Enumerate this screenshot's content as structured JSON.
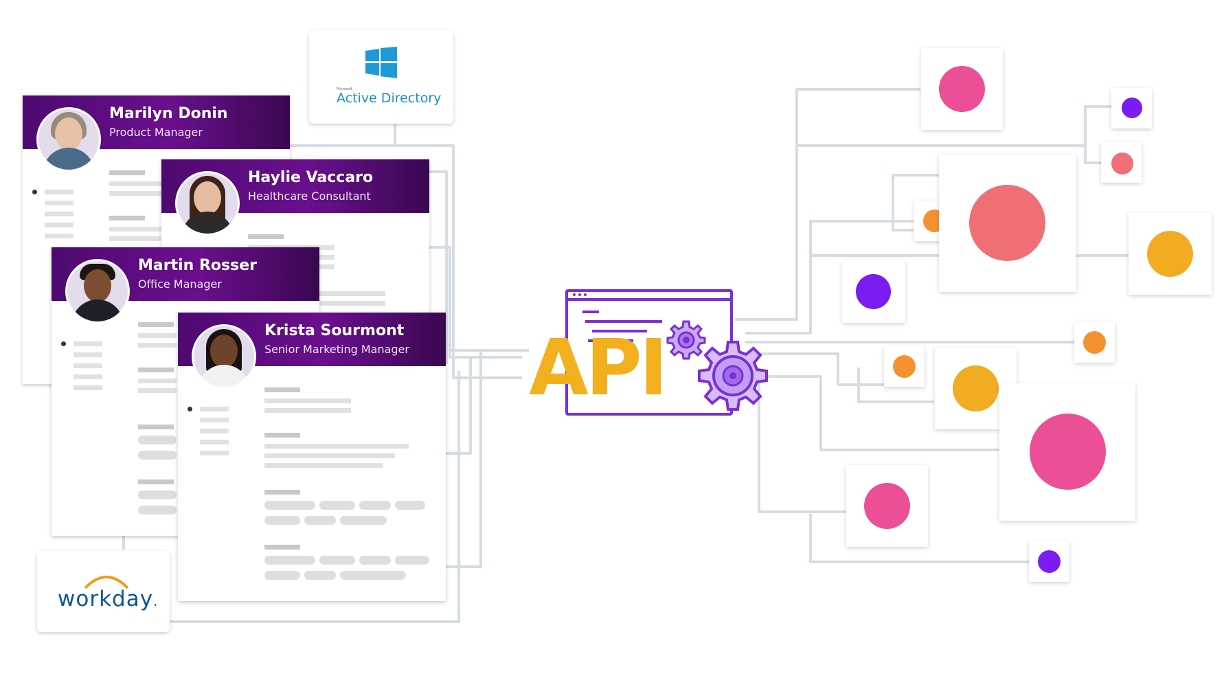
{
  "profiles": [
    {
      "name": "Marilyn Donin",
      "title": "Product Manager"
    },
    {
      "name": "Haylie Vaccaro",
      "title": "Healthcare Consultant"
    },
    {
      "name": "Martin Rosser",
      "title": "Office Manager"
    },
    {
      "name": "Krista Sourmont",
      "title": "Senior Marketing Manager"
    }
  ],
  "sources": {
    "active_directory": {
      "brand": "Microsoft",
      "label": "Active Directory"
    },
    "workday": {
      "label": "workday",
      "suffix": "."
    }
  },
  "api": {
    "label": "API"
  },
  "colors": {
    "header_purple": "#5c0c80",
    "api_purple": "#7b2fd6",
    "api_yellow": "#f2b01e",
    "pink": "#ec4f95",
    "coral": "#f06f74",
    "orange": "#f5922f",
    "amber": "#f2ac22",
    "violet": "#7a1cf2",
    "connector": "#d6dde2"
  },
  "icons": [
    "windows-logo-icon",
    "gear-icon",
    "code-window-icon"
  ]
}
